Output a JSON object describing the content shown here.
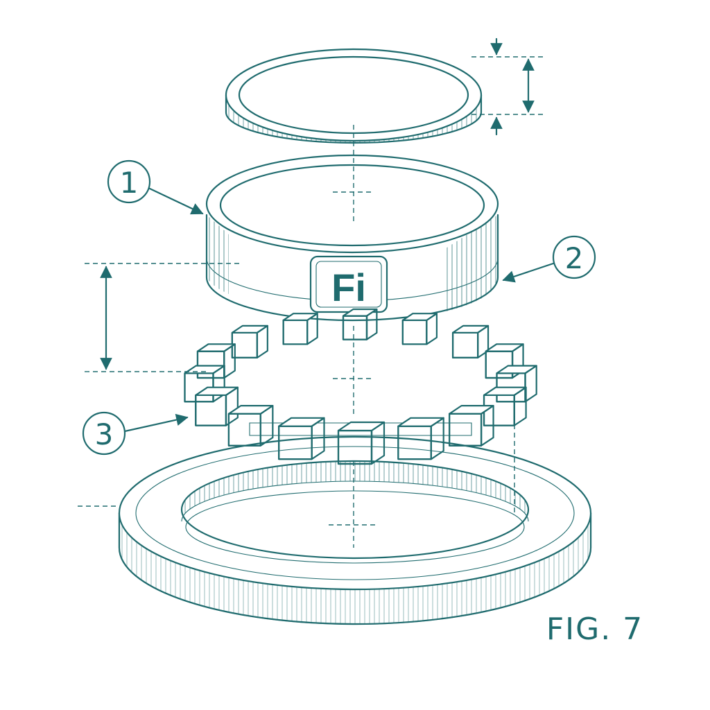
{
  "figure": {
    "label": "FIG. 7",
    "logo_text": "Fi",
    "callouts": [
      {
        "number": "1",
        "part": "upper-ring"
      },
      {
        "number": "2",
        "part": "cup-body"
      },
      {
        "number": "3",
        "part": "segmented-block-ring"
      }
    ],
    "colors": {
      "ink": "#1f6b6e",
      "background": "#ffffff",
      "shade": "#e6f1f1"
    },
    "parts_count": 4,
    "block_count": 16
  }
}
